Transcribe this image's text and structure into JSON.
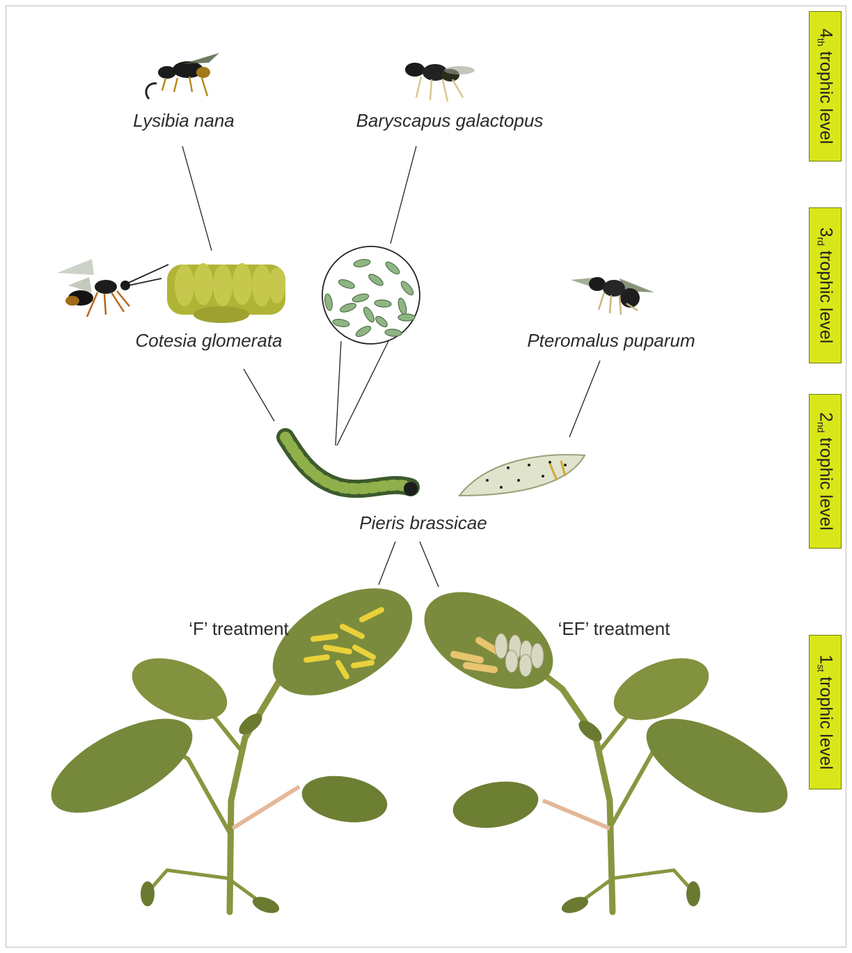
{
  "species": {
    "lysibia": "Lysibia nana",
    "baryscapus": "Baryscapus galactopus",
    "cotesia": "Cotesia glomerata",
    "pteromalus": "Pteromalus puparum",
    "pieris": "Pieris brassicae"
  },
  "treatments": {
    "f": "‘F’ treatment",
    "ef": "‘EF’ treatment"
  },
  "trophic_levels": {
    "fourth": {
      "num": "4",
      "suffix": "th",
      "text": "trophic level"
    },
    "third": {
      "num": "3",
      "suffix": "rd",
      "text": "trophic level"
    },
    "second": {
      "num": "2",
      "suffix": "nd",
      "text": "trophic level"
    },
    "first": {
      "num": "1",
      "suffix": "st",
      "text": "trophic level"
    }
  },
  "colors": {
    "level_box": "#d9e61a",
    "leaf": "#7a8a3a",
    "line": "#222222"
  }
}
